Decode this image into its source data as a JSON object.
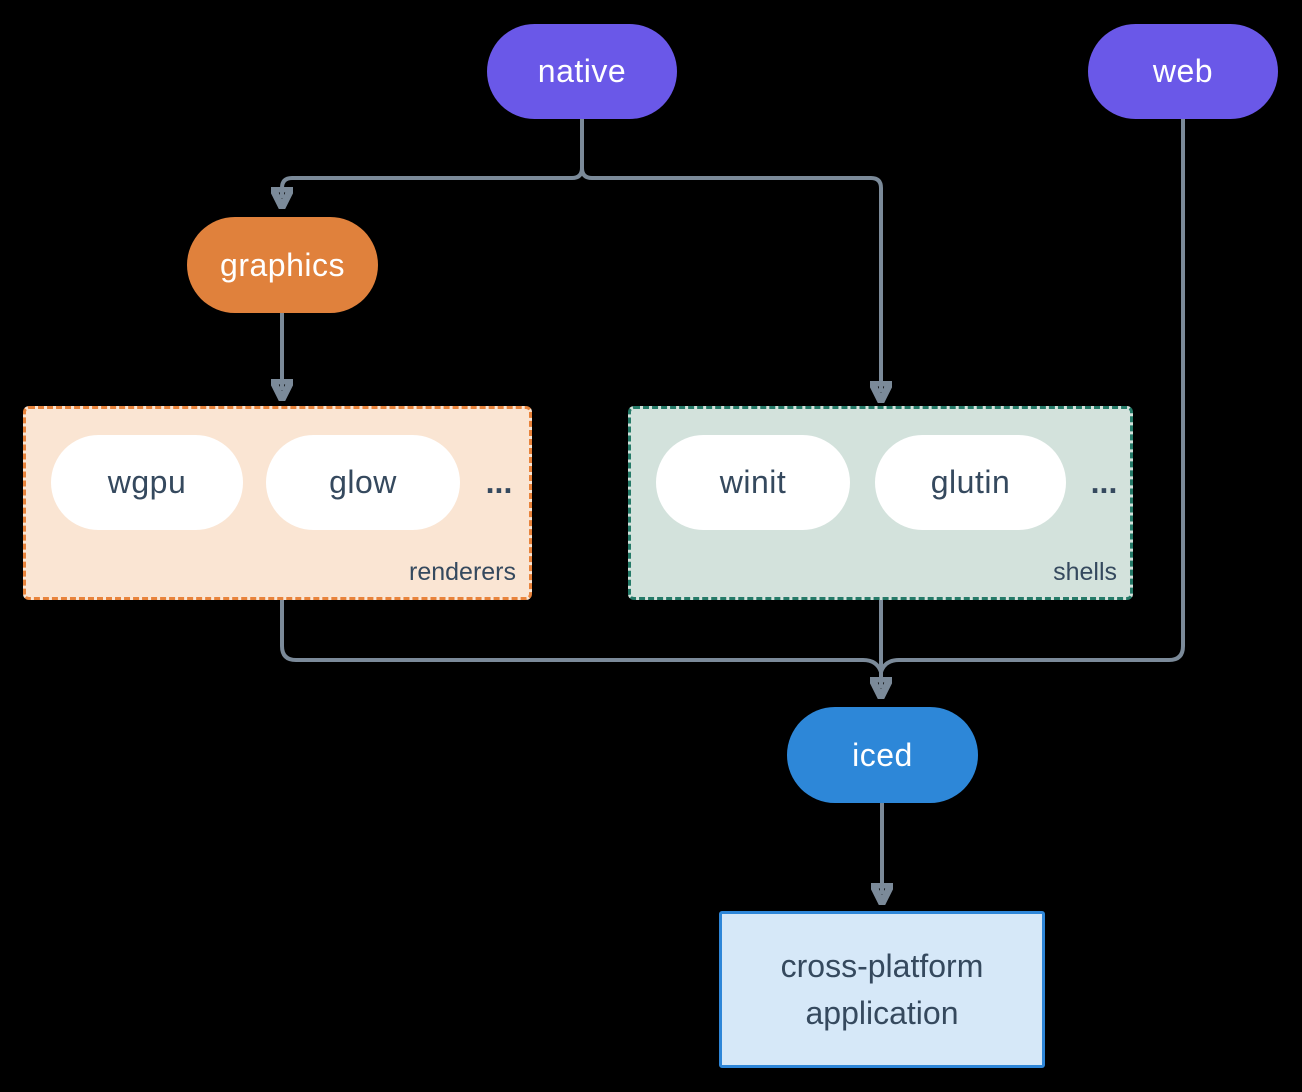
{
  "colors": {
    "background": "#000000",
    "arrow": "#7b8a99",
    "native_fill": "#6A58E8",
    "web_fill": "#6A58E8",
    "graphics_fill": "#E0813C",
    "iced_fill": "#2D87D8",
    "renderers_fill": "#FAE5D3",
    "renderers_border": "#E8833B",
    "shells_fill": "#D3E2DC",
    "shells_border": "#257A68",
    "app_fill": "#D6E8F8",
    "app_border": "#2E86D8",
    "dark_text": "#35495E",
    "inner_pill_fill": "#FFFFFF"
  },
  "nodes": {
    "native": {
      "label": "native"
    },
    "web": {
      "label": "web"
    },
    "graphics": {
      "label": "graphics"
    },
    "iced": {
      "label": "iced"
    },
    "application": {
      "line1": "cross-platform",
      "line2": "application"
    }
  },
  "groups": {
    "renderers": {
      "label": "renderers",
      "items": [
        {
          "label": "wgpu"
        },
        {
          "label": "glow"
        }
      ],
      "ellipsis": "..."
    },
    "shells": {
      "label": "shells",
      "items": [
        {
          "label": "winit"
        },
        {
          "label": "glutin"
        }
      ],
      "ellipsis": "..."
    }
  }
}
